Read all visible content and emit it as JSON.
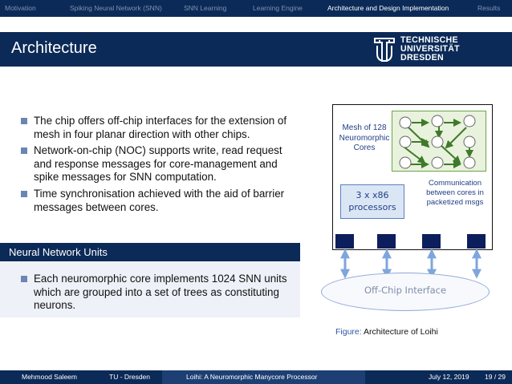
{
  "nav": {
    "items": [
      {
        "label": "Motivation",
        "active": false
      },
      {
        "label": "Spiking Neural Network (SNN)",
        "active": false
      },
      {
        "label": "SNN Learning",
        "active": false
      },
      {
        "label": "Learning Engine",
        "active": false
      },
      {
        "label": "Architecture and Design Implementation",
        "active": true
      },
      {
        "label": "Results",
        "active": false
      }
    ]
  },
  "title": "Architecture",
  "logo": {
    "line1": "TECHNISCHE",
    "line2": "UNIVERSITÄT",
    "line3": "DRESDEN"
  },
  "bullets": [
    "The chip offers off-chip interfaces for the extension of mesh in four planar direction with other chips.",
    "Network-on-chip (NOC) supports write, read request and response messages for core-management and spike messages for SNN computation.",
    "Time synchronisation achieved with the aid of barrier messages between cores."
  ],
  "nn_block": {
    "title": "Neural Network Units",
    "bullet": "Each neuromorphic core implements 1024 SNN units which are grouped into a set of trees as constituting neurons."
  },
  "diagram": {
    "mesh_label": "Mesh of 128 Neuromorphic Cores",
    "processor_line1": "3 x x86",
    "processor_line2": "processors",
    "comm_label": "Communication between cores in packetized msgs",
    "offchip_label": "Off-Chip Interface",
    "colors": {
      "mesh_fill": "#e8f2dc",
      "mesh_arrow": "#3f7a2a",
      "port": "#0c1f5c",
      "link_arrow": "#7fa6dc"
    }
  },
  "figure": {
    "label": "Figure:",
    "caption": "Architecture of Loihi"
  },
  "footer": {
    "author": "Mehmood Saleem",
    "institute": "TU - Dresden",
    "talk_title": "Loihi: A Neuromorphic Manycore Processor",
    "date": "July 12, 2019",
    "page": "19 / 29"
  }
}
